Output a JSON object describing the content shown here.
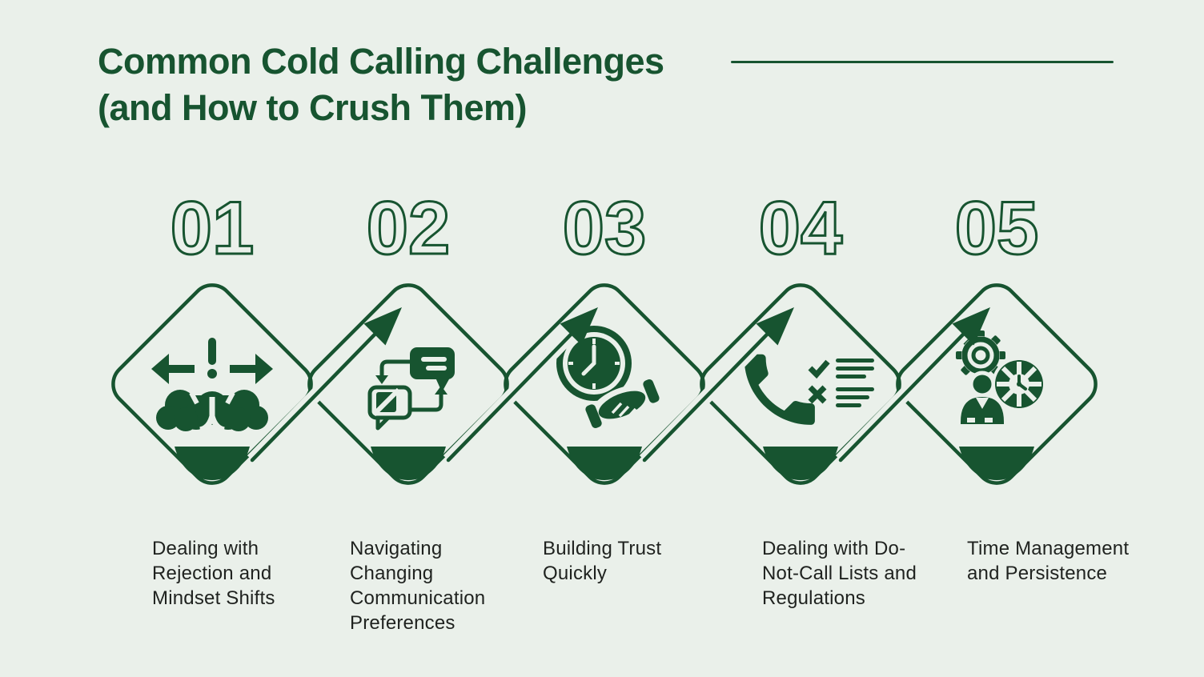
{
  "colors": {
    "background": "#eaf0ea",
    "accent_green": "#175430",
    "label_text": "#1f221f"
  },
  "title": {
    "line1": "Common Cold Calling Challenges",
    "line2": "(and How to Crush Them)"
  },
  "steps": [
    {
      "number": "01",
      "label": "Dealing with Rejection and Mindset Shifts",
      "icon": "brain-conflict-icon"
    },
    {
      "number": "02",
      "label": "Navigating Changing Communication Preferences",
      "icon": "chat-exchange-icon"
    },
    {
      "number": "03",
      "label": "Building Trust Quickly",
      "icon": "clock-handshake-icon"
    },
    {
      "number": "04",
      "label": "Dealing with Do-Not-Call Lists and Regulations",
      "icon": "phone-checklist-icon"
    },
    {
      "number": "05",
      "label": "Time Management and Persistence",
      "icon": "person-gear-clock-icon"
    }
  ]
}
